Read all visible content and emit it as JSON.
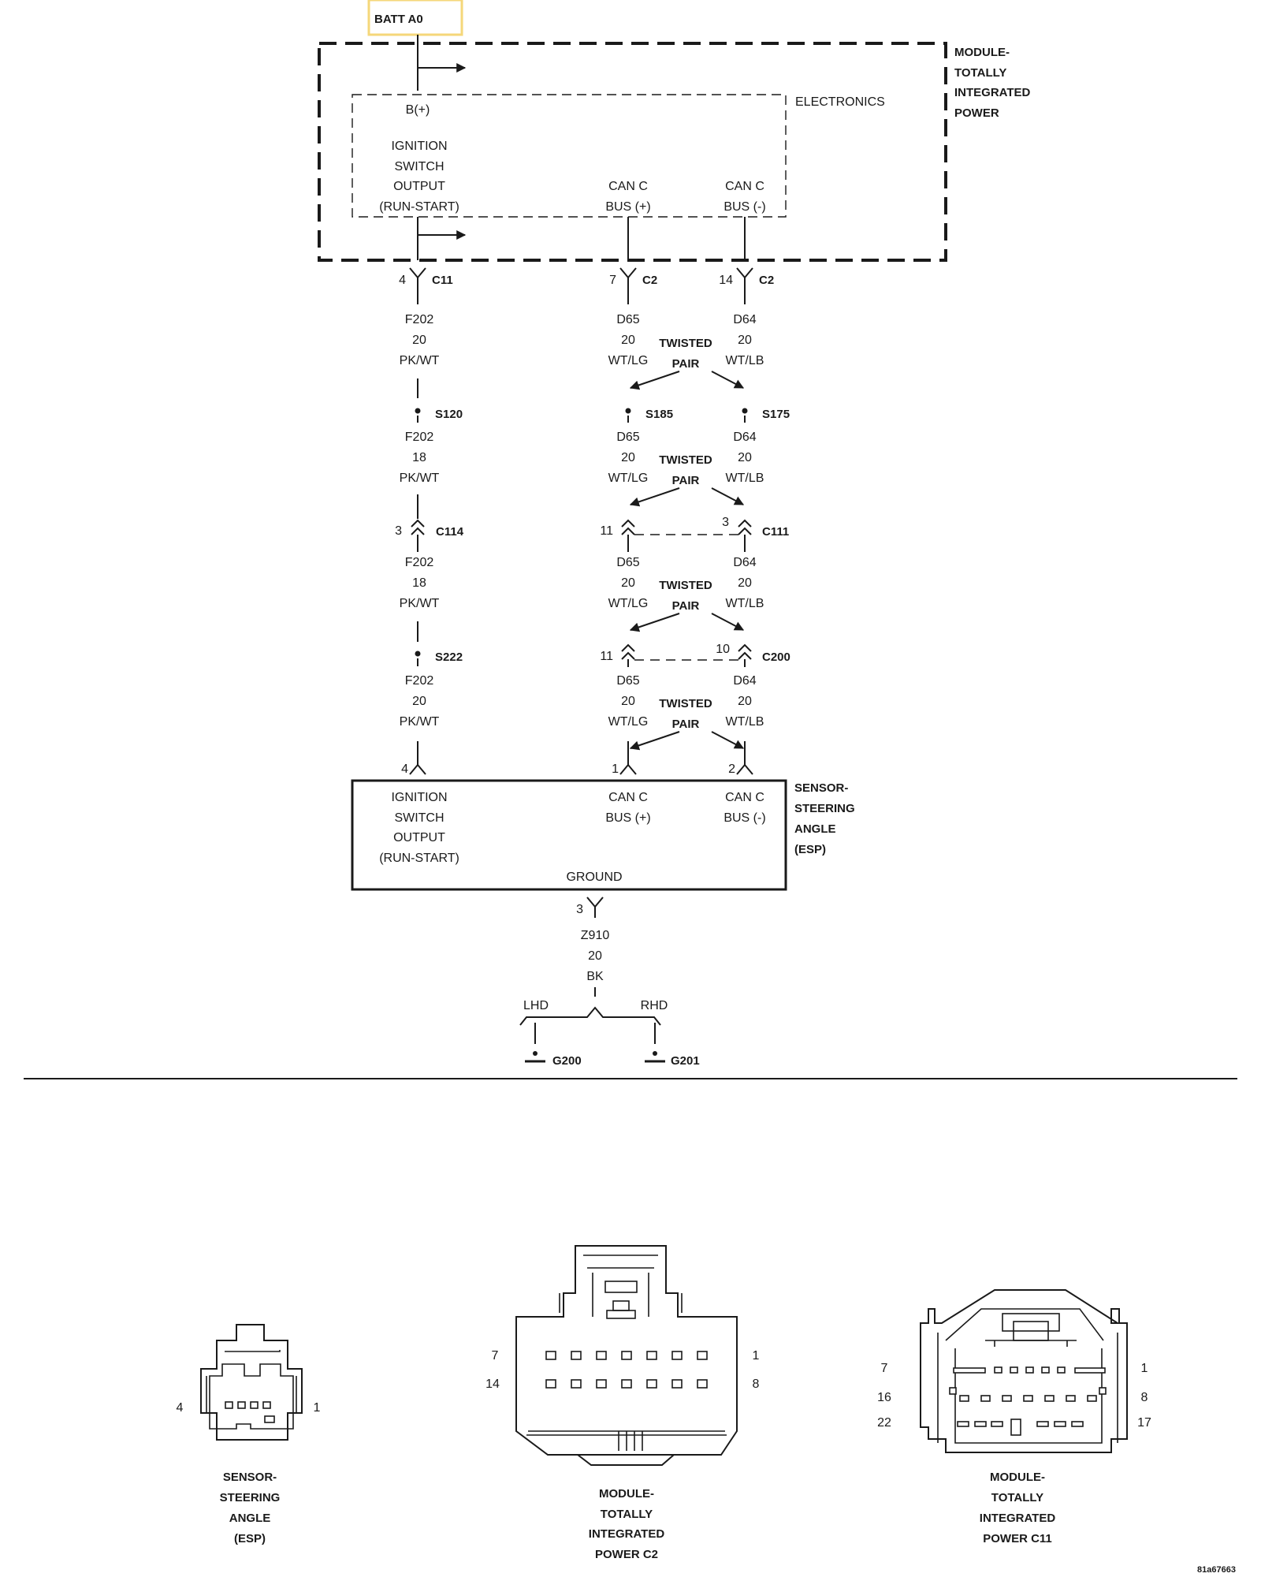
{
  "top_source": {
    "label": "BATT A0",
    "highlight_color": "#f5d77a"
  },
  "module_tip": {
    "title": [
      "MODULE-",
      "TOTALLY",
      "INTEGRATED",
      "POWER"
    ],
    "electronics_label": "ELECTRONICS",
    "b_plus": "B(+)",
    "ign_lines": [
      "IGNITION",
      "SWITCH",
      "OUTPUT",
      "(RUN-START)"
    ],
    "canp_lines": [
      "CAN C",
      "BUS (+)"
    ],
    "canm_lines": [
      "CAN C",
      "BUS (-)"
    ]
  },
  "module_connectors": [
    {
      "pin": "4",
      "name": "C11"
    },
    {
      "pin": "7",
      "name": "C2"
    },
    {
      "pin": "14",
      "name": "C2"
    }
  ],
  "wires_col1": [
    {
      "circuit": "F202",
      "gauge": "20",
      "color": "PK/WT"
    },
    {
      "circuit": "F202",
      "gauge": "18",
      "color": "PK/WT"
    },
    {
      "circuit": "F202",
      "gauge": "18",
      "color": "PK/WT"
    },
    {
      "circuit": "F202",
      "gauge": "20",
      "color": "PK/WT"
    }
  ],
  "wires_col2": [
    {
      "circuit": "D65",
      "gauge": "20",
      "color": "WT/LG"
    },
    {
      "circuit": "D65",
      "gauge": "20",
      "color": "WT/LG"
    },
    {
      "circuit": "D65",
      "gauge": "20",
      "color": "WT/LG"
    },
    {
      "circuit": "D65",
      "gauge": "20",
      "color": "WT/LG"
    }
  ],
  "wires_col3": [
    {
      "circuit": "D64",
      "gauge": "20",
      "color": "WT/LB"
    },
    {
      "circuit": "D64",
      "gauge": "20",
      "color": "WT/LB"
    },
    {
      "circuit": "D64",
      "gauge": "20",
      "color": "WT/LB"
    },
    {
      "circuit": "D64",
      "gauge": "20",
      "color": "WT/LB"
    }
  ],
  "twisted_pair": [
    "TWISTED",
    "PAIR"
  ],
  "splices": [
    "S120",
    "S185",
    "S175",
    "S222"
  ],
  "inline_c114": {
    "pin": "3",
    "name": "C114"
  },
  "inline_c111": {
    "pin_left": "11",
    "pin_right": "3",
    "name": "C111"
  },
  "inline_c200": {
    "pin_left": "11",
    "pin_right": "10",
    "name": "C200"
  },
  "sensor_pins": [
    "4",
    "1",
    "2"
  ],
  "sensor": {
    "title": [
      "SENSOR-",
      "STEERING",
      "ANGLE",
      "(ESP)"
    ],
    "ign_lines": [
      "IGNITION",
      "SWITCH",
      "OUTPUT",
      "(RUN-START)"
    ],
    "canp_lines": [
      "CAN C",
      "BUS (+)"
    ],
    "canm_lines": [
      "CAN C",
      "BUS (-)"
    ],
    "ground": "GROUND"
  },
  "ground_wire": {
    "pin": "3",
    "circuit": "Z910",
    "gauge": "20",
    "color": "BK",
    "lhd": "LHD",
    "rhd": "RHD"
  },
  "grounds": [
    "G200",
    "G201"
  ],
  "connector_views": {
    "esp": {
      "pin_left": "4",
      "pin_right": "1",
      "caption": [
        "SENSOR-",
        "STEERING",
        "ANGLE",
        "(ESP)"
      ]
    },
    "c2": {
      "tl": "7",
      "tr": "1",
      "bl": "14",
      "br": "8",
      "caption": [
        "MODULE-",
        "TOTALLY",
        "INTEGRATED",
        "POWER C2"
      ]
    },
    "c11": {
      "r1l": "7",
      "r1r": "1",
      "r2l": "16",
      "r2r": "8",
      "r3l": "22",
      "r3r": "17",
      "caption": [
        "MODULE-",
        "TOTALLY",
        "INTEGRATED",
        "POWER C11"
      ]
    }
  },
  "figure_id": "81a67663"
}
